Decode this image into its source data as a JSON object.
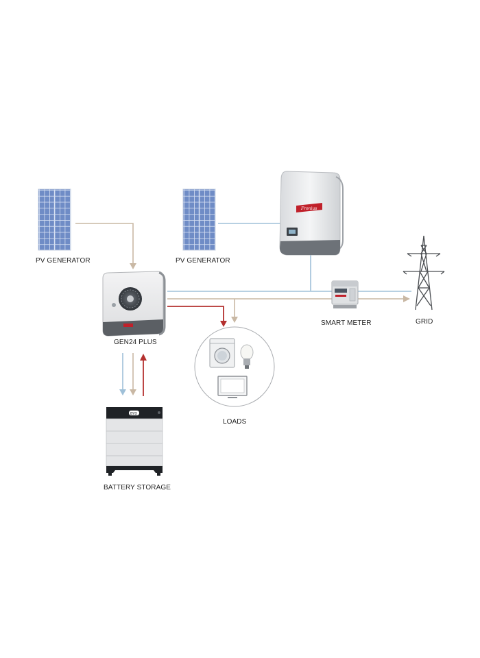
{
  "labels": {
    "pv_generator_left": "PV GENERATOR",
    "pv_generator_right": "PV GENERATOR",
    "gen24": "GEN24 PLUS",
    "smart_meter": "SMART METER",
    "grid": "GRID",
    "loads": "LOADS",
    "battery": "BATTERY STORAGE"
  },
  "colors": {
    "dc_flow": "#c9b8a4",
    "ac_flow": "#9fc0d8",
    "battery_flow": "#b4302f",
    "panel_cell": "#6f8cc6",
    "panel_line": "#d6e0f2",
    "device_body": "#e9eaeb",
    "device_dark": "#555a60",
    "brand_red": "#c0202a"
  }
}
